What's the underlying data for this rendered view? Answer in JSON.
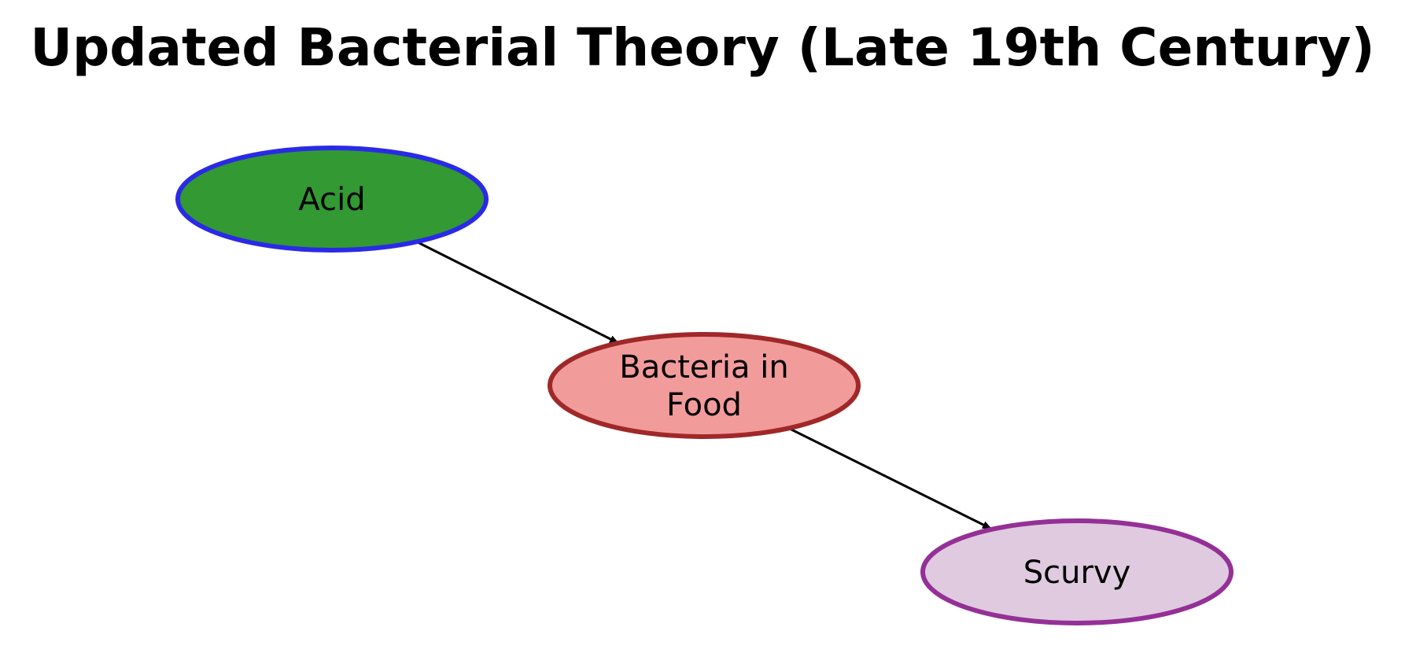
{
  "title": "Updated Bacterial Theory (Late 19th Century)",
  "nodes": [
    {
      "id": "acid",
      "label_lines": [
        "Acid"
      ],
      "fill": "#339933",
      "stroke": "#2a2ae6"
    },
    {
      "id": "bacteria",
      "label_lines": [
        "Bacteria in",
        "Food"
      ],
      "fill": "#f29b9b",
      "stroke": "#a02828"
    },
    {
      "id": "scurvy",
      "label_lines": [
        "Scurvy"
      ],
      "fill": "#dfcae0",
      "stroke": "#943096"
    }
  ],
  "edges": [
    {
      "from": "acid",
      "to": "bacteria"
    },
    {
      "from": "bacteria",
      "to": "scurvy"
    }
  ]
}
